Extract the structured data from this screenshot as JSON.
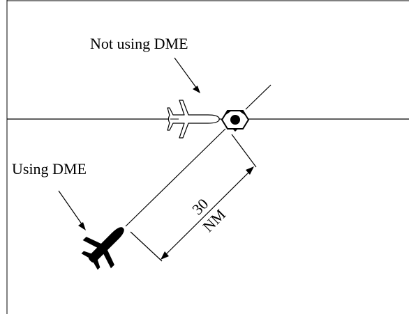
{
  "labels": {
    "not_using_dme": "Not using DME",
    "using_dme": "Using DME",
    "distance_value": "30",
    "distance_unit": "NM"
  },
  "colors": {
    "stroke": "#000000",
    "background": "#ffffff",
    "aircraft_dme": "#000000",
    "aircraft_no_dme": "#ffffff"
  },
  "icons": {
    "station": "vor-dme-station-icon",
    "aircraft_no_dme": "airplane-outline-icon",
    "aircraft_dme": "airplane-solid-icon"
  }
}
